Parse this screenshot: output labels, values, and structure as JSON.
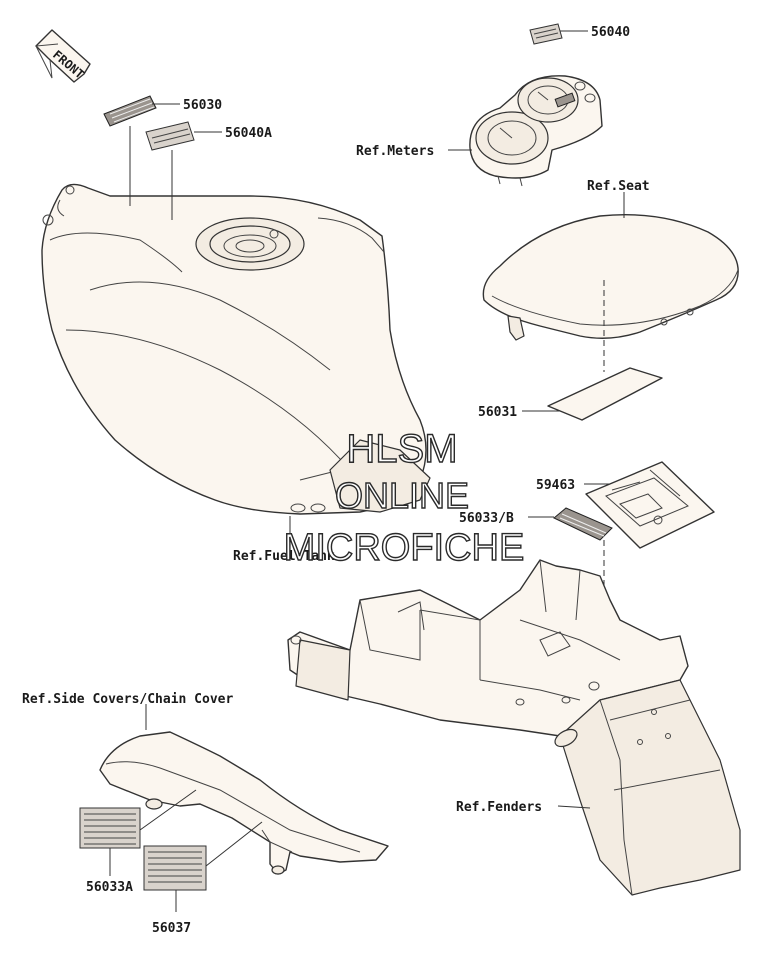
{
  "labels": {
    "front": "FRONT",
    "p56040": "56040",
    "p56030": "56030",
    "p56040a": "56040A",
    "ref_meters": "Ref.Meters",
    "ref_seat": "Ref.Seat",
    "p56031": "56031",
    "p59463": "59463",
    "p56033b": "56033/B",
    "ref_fuel_tank": "Ref.Fuel Tank",
    "ref_side_covers": "Ref.Side Covers/Chain Cover",
    "ref_fenders": "Ref.Fenders",
    "p56033a": "56033A",
    "p56037": "56037"
  },
  "watermark": {
    "line1": "HLSM",
    "line2": "ONLINE",
    "line3": "MICROFICHE"
  }
}
